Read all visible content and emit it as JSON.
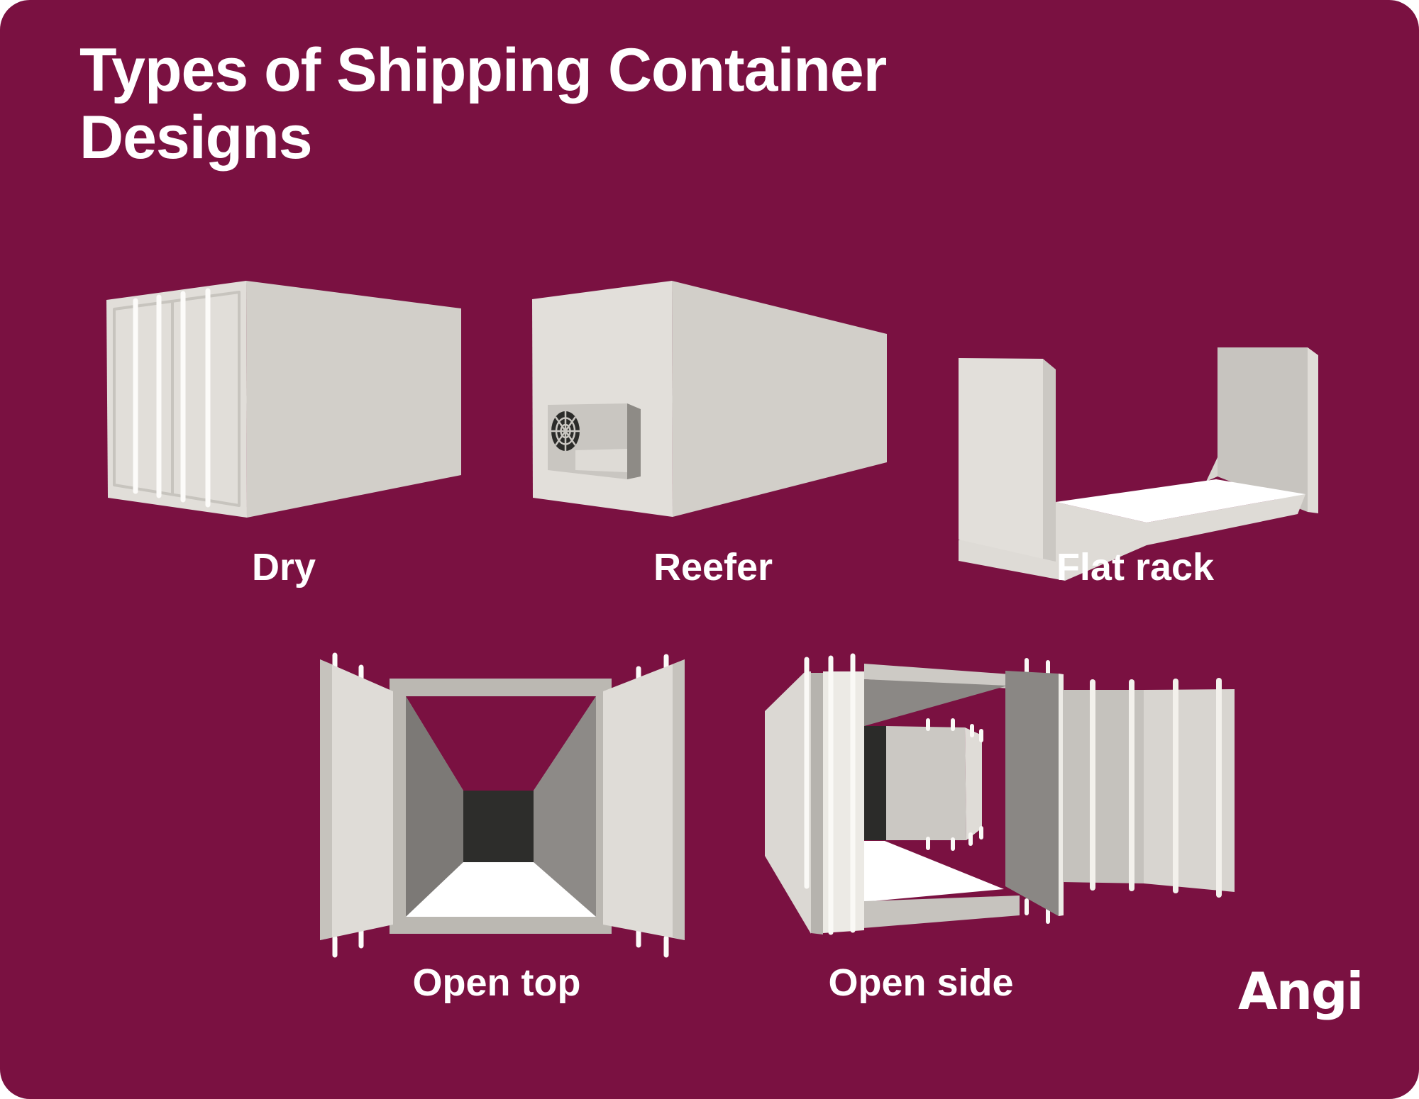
{
  "title": "Types of Shipping Container Designs",
  "brand": {
    "logo_text": "Angi"
  },
  "colors": {
    "background": "#7A1141",
    "text": "#FFFFFF",
    "container_face_light": "#E1DED9",
    "container_side_mid": "#D2CFC9",
    "frame_gray": "#BBB8B2",
    "interior_wall_gray": "#8D8A87",
    "interior_dark": "#2D2D2B",
    "detail_white": "#FFFFFF"
  },
  "containers": [
    {
      "id": "dry",
      "label": "Dry"
    },
    {
      "id": "reefer",
      "label": "Reefer"
    },
    {
      "id": "flat-rack",
      "label": "Flat rack"
    },
    {
      "id": "open-top",
      "label": "Open top"
    },
    {
      "id": "open-side",
      "label": "Open side"
    }
  ]
}
